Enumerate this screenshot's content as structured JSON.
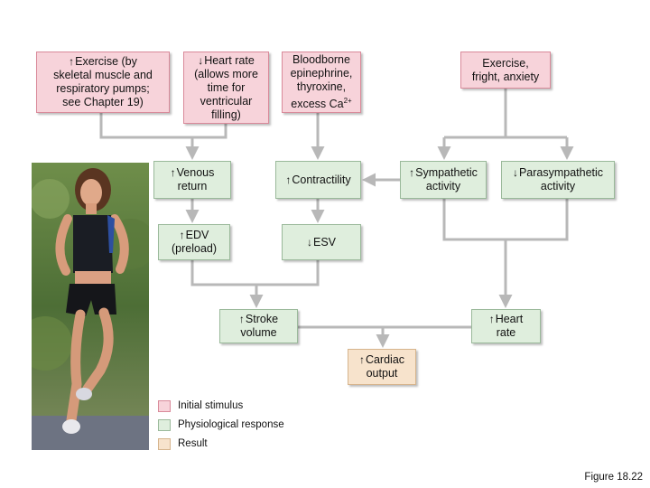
{
  "boxes": {
    "exercise_pumps": {
      "arrow": "↑",
      "text": "Exercise (by\nskeletal muscle and\nrespiratory pumps;\nsee Chapter 19)"
    },
    "heart_rate_low": {
      "arrow": "↓",
      "text": "Heart rate\n(allows more\ntime for\nventricular\nfilling)"
    },
    "bloodborne": {
      "text": "Bloodborne\nepinephrine,\nthyroxine,\nexcess Ca",
      "sup": "2+"
    },
    "exercise_fright": {
      "text": "Exercise,\nfright, anxiety"
    },
    "venous_return": {
      "arrow": "↑",
      "text": "Venous\nreturn"
    },
    "contractility": {
      "arrow": "↑",
      "text": "Contractility"
    },
    "sympathetic": {
      "arrow": "↑",
      "text": "Sympathetic\nactivity"
    },
    "parasympathetic": {
      "arrow": "↓",
      "text": "Parasympathetic\nactivity"
    },
    "edv": {
      "arrow": "↑",
      "text": "EDV\n(preload)"
    },
    "esv": {
      "arrow": "↓",
      "text": "ESV"
    },
    "stroke_volume": {
      "arrow": "↑",
      "text": "Stroke\nvolume"
    },
    "heart_rate": {
      "arrow": "↑",
      "text": "Heart\nrate"
    },
    "cardiac_output": {
      "arrow": "↑",
      "text": "Cardiac\noutput"
    }
  },
  "legend": [
    {
      "label": "Initial stimulus",
      "color": "#f7d3da"
    },
    {
      "label": "Physiological response",
      "color": "#dfeedd"
    },
    {
      "label": "Result",
      "color": "#f7e3cc"
    }
  ],
  "figure_label": "Figure 18.22",
  "colors": {
    "stimulus": "#f7d3da",
    "response": "#dfeedd",
    "result": "#f7e3cc",
    "connector": "#b8b8b8"
  }
}
